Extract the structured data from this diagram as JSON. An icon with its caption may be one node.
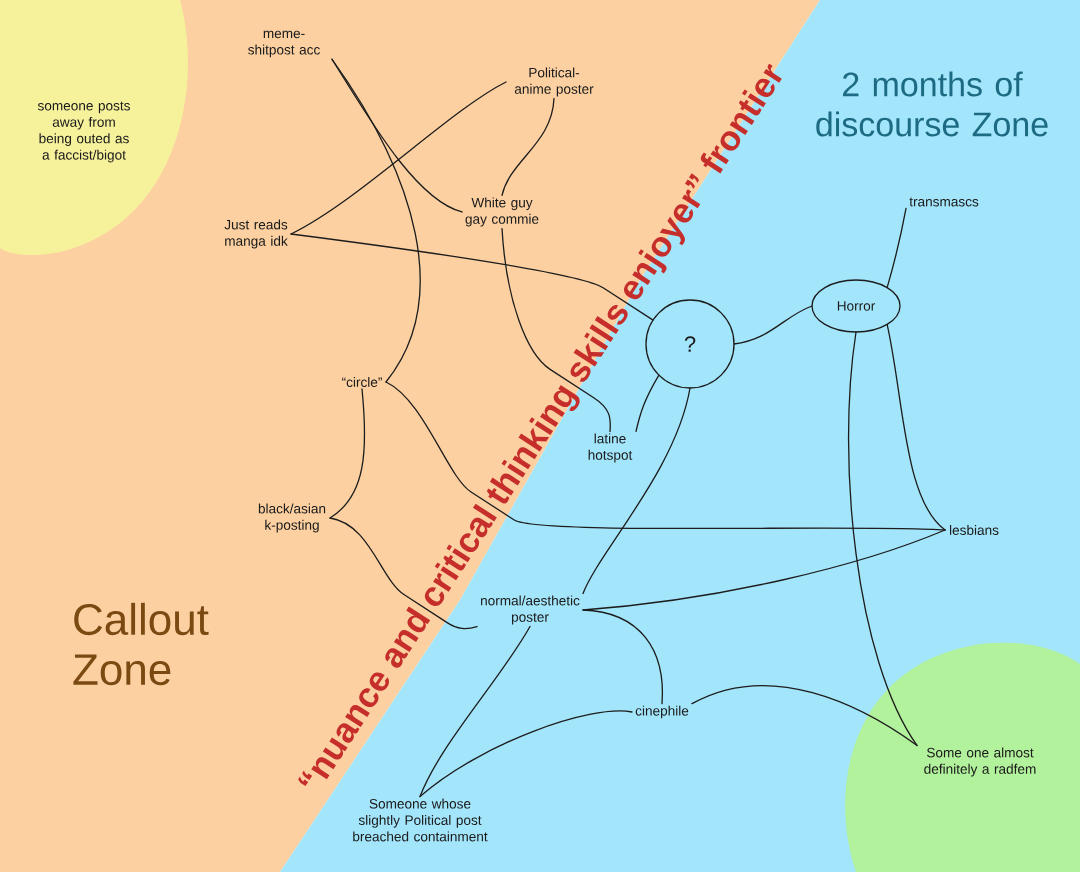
{
  "diagram": {
    "nodes": [
      {
        "text": [
          "Callout Zone"
        ]
      },
      {
        "text": [
          "2 months of discourse Zone"
        ]
      },
      {
        "text": [
          "someone posts away from being outed as a faccist/bigot"
        ],
        "in": 0
      },
      {
        "text": [
          "meme-shitpost acc"
        ],
        "in": 0
      },
      {
        "text": [
          "Political-anime poster"
        ],
        "in": 0
      },
      {
        "text": [
          "White guy gay commie"
        ],
        "in": 0
      },
      {
        "text": [
          "Just reads manga idk"
        ],
        "in": 0
      },
      {
        "text": [
          "“circle”"
        ],
        "in": 0
      },
      {
        "text": [
          "black/asian k-posting"
        ],
        "in": 0
      },
      {
        "text": [
          "?"
        ],
        "in": 1
      },
      {
        "text": [
          "Horror"
        ],
        "in": 1
      },
      {
        "text": [
          "transmascs"
        ],
        "in": 1
      },
      {
        "text": [
          "latine hotspot"
        ],
        "in": 1
      },
      {
        "text": [
          "lesbians"
        ],
        "in": 1
      },
      {
        "text": [
          "normal/aesthetic poster"
        ],
        "in": 1
      },
      {
        "text": [
          "cinephile"
        ],
        "in": 1
      },
      {
        "text": [
          "Someone whose slightly Political post breached containment"
        ],
        "in": 1
      },
      {
        "text": [
          "Some one almost definitely a radfem"
        ],
        "in": 1
      }
    ],
    "edges": [
      {
        "from": 3,
        "to": 5,
        "arrow": "none"
      },
      {
        "from": 3,
        "to": 7,
        "arrow": "none"
      },
      {
        "from": 4,
        "to": 6,
        "arrow": "none"
      },
      {
        "from": 4,
        "to": 5,
        "arrow": "none"
      },
      {
        "from": 6,
        "to": 9,
        "arrow": "none"
      },
      {
        "from": 5,
        "to": 12,
        "arrow": "none"
      },
      {
        "from": 7,
        "to": 8,
        "arrow": "none"
      },
      {
        "from": 7,
        "to": 13,
        "arrow": "none"
      },
      {
        "from": 8,
        "to": 14,
        "arrow": "none"
      },
      {
        "from": 9,
        "to": 10,
        "arrow": "none"
      },
      {
        "from": 10,
        "to": 11,
        "arrow": "none"
      },
      {
        "from": 10,
        "to": 13,
        "arrow": "none"
      },
      {
        "from": 10,
        "to": 17,
        "arrow": "none"
      },
      {
        "from": 9,
        "to": 12,
        "arrow": "none"
      },
      {
        "from": 9,
        "to": 14,
        "arrow": "none"
      },
      {
        "from": 14,
        "to": 13,
        "arrow": "none"
      },
      {
        "from": 14,
        "to": 15,
        "arrow": "none"
      },
      {
        "from": 15,
        "to": 17,
        "arrow": "none"
      },
      {
        "from": 16,
        "to": 14,
        "arrow": "none"
      },
      {
        "from": 16,
        "to": 15,
        "arrow": "none"
      }
    ],
    "labels": [
      "“nuance and critical thinking skills enjoyer” frontier"
    ]
  }
}
